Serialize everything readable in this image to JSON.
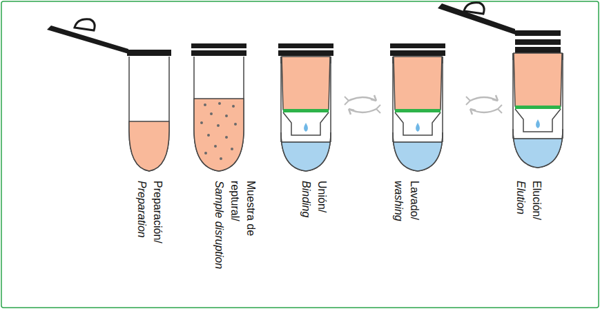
{
  "diagram": {
    "labels": [
      "Preparación/",
      "Preparation",
      "Muestra de reptural/",
      "Sample disruption",
      "Unión/",
      "Binding",
      "Lavado/",
      "washing",
      "Elución/",
      "Elution"
    ]
  }
}
